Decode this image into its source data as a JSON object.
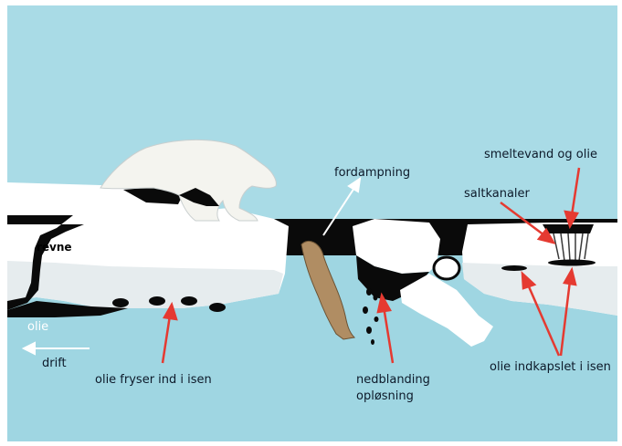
{
  "colors": {
    "sky": "#a9dbe6",
    "sea": "#9fd6e2",
    "ice": "#ffffff",
    "ice_shade": "#e4eaec",
    "oil": "#0a0a0a",
    "arrow_red": "#e53a31",
    "arrow_white": "#ffffff",
    "fish": "#b08d63",
    "bear": "#f4f4ef"
  },
  "labels": {
    "revne": "revne",
    "olie": "olie",
    "drift": "drift",
    "fryser": "olie fryser ind i isen",
    "fordampning": "fordampning",
    "nedblanding": "nedblanding",
    "oploesning": "opløsning",
    "saltkanaler": "saltkanaler",
    "smeltevand": "smeltevand og olie",
    "indkapslet": "olie indkapslet i isen"
  },
  "icons": [
    "polar-bear-icon",
    "fish-icon"
  ]
}
